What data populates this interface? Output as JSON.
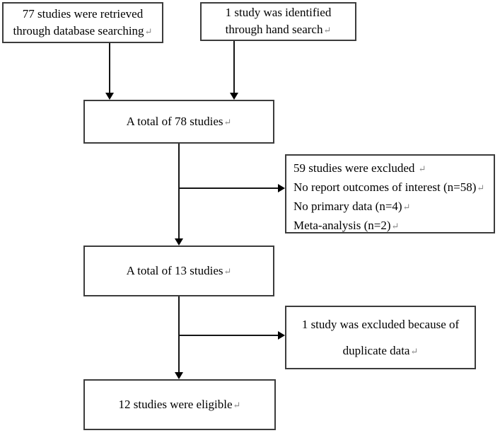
{
  "colors": {
    "background": "#ffffff",
    "box_border": "#3c3c3c",
    "connector_line": "#151515",
    "return_mark": "#8a8a8a"
  },
  "return_mark": "↵",
  "boxes": {
    "database_search": {
      "lines": [
        "77 studies were retrieved",
        "through database searching"
      ]
    },
    "hand_search": {
      "lines": [
        "1 study was identified",
        "through hand search"
      ]
    },
    "total_78": {
      "lines": [
        "A total of 78 studies"
      ]
    },
    "excluded_59": {
      "lines": [
        "59 studies were excluded",
        "No report outcomes of interest (n=58)",
        "No primary data (n=4)",
        "Meta-analysis (n=2)"
      ]
    },
    "total_13": {
      "lines": [
        "A total of 13 studies"
      ]
    },
    "excluded_duplicate": {
      "lines": [
        "1 study was excluded because of",
        "duplicate data"
      ]
    },
    "eligible_12": {
      "lines": [
        "12 studies were eligible"
      ]
    }
  }
}
